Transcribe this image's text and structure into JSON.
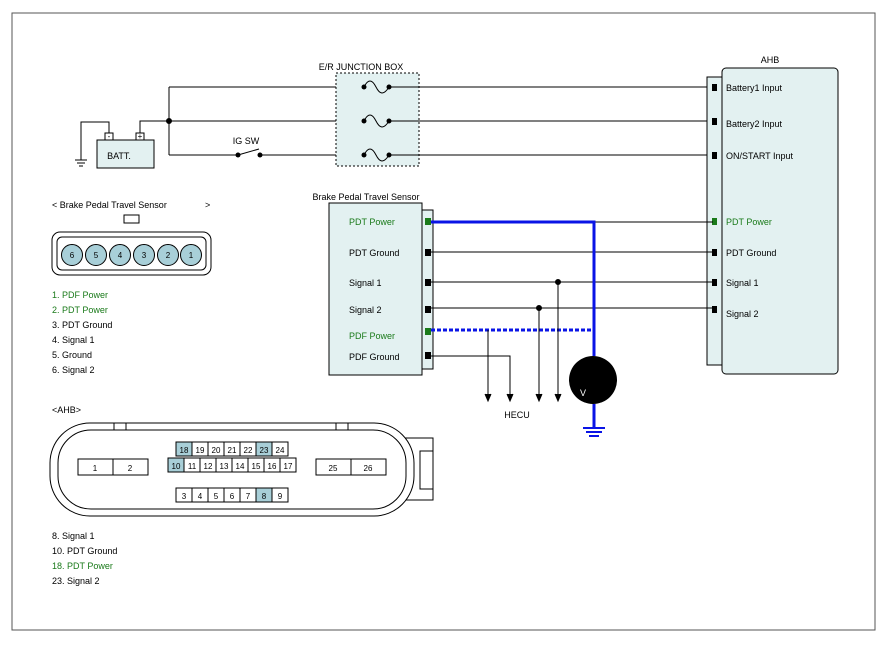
{
  "junction_box": {
    "title": "E/R JUNCTION BOX"
  },
  "battery": {
    "label": "BATT.",
    "minus": "-",
    "plus": "+"
  },
  "ig_switch": {
    "label": "IG SW"
  },
  "ahb": {
    "title": "AHB",
    "pins": [
      "Battery1 Input",
      "Battery2 Input",
      "ON/START Input",
      "PDT Power",
      "PDT Ground",
      "Signal 1",
      "Signal 2"
    ]
  },
  "sensor": {
    "title": "Brake Pedal Travel Sensor",
    "pins": [
      "PDT Power",
      "PDT Ground",
      "Signal 1",
      "Signal 2",
      "PDF Power",
      "PDF Ground"
    ]
  },
  "hecu": {
    "label": "HECU"
  },
  "voltmeter": {
    "label": "V"
  },
  "sensor_connector": {
    "title_open": "< Brake Pedal Travel Sensor",
    "title_close": ">",
    "pins": [
      "6",
      "5",
      "4",
      "3",
      "2",
      "1"
    ],
    "legend": [
      "1. PDF Power",
      "2. PDT Power",
      "3. PDT Ground",
      "4.  Signal 1",
      "5.  Ground",
      "6.  Signal 2"
    ]
  },
  "ahb_connector": {
    "title": "<AHB>",
    "left_pins": [
      "1",
      "2"
    ],
    "right_pins": [
      "25",
      "26"
    ],
    "top_row": [
      "18",
      "19",
      "20",
      "21",
      "22",
      "23",
      "24"
    ],
    "mid_row": [
      "10",
      "11",
      "12",
      "13",
      "14",
      "15",
      "16",
      "17"
    ],
    "bottom_row": [
      "3",
      "4",
      "5",
      "6",
      "7",
      "8",
      "9"
    ],
    "legend": [
      "8.  Signal 1",
      "10.   PDT Ground",
      "18. PDT Power",
      "23. Signal 2"
    ]
  },
  "colors": {
    "wire": "#000000",
    "highlight_wire": "#0a14e6",
    "power_text": "#1a7a1a",
    "pin_fill": "#a8cfd8",
    "panel": "#e3f1f1"
  }
}
